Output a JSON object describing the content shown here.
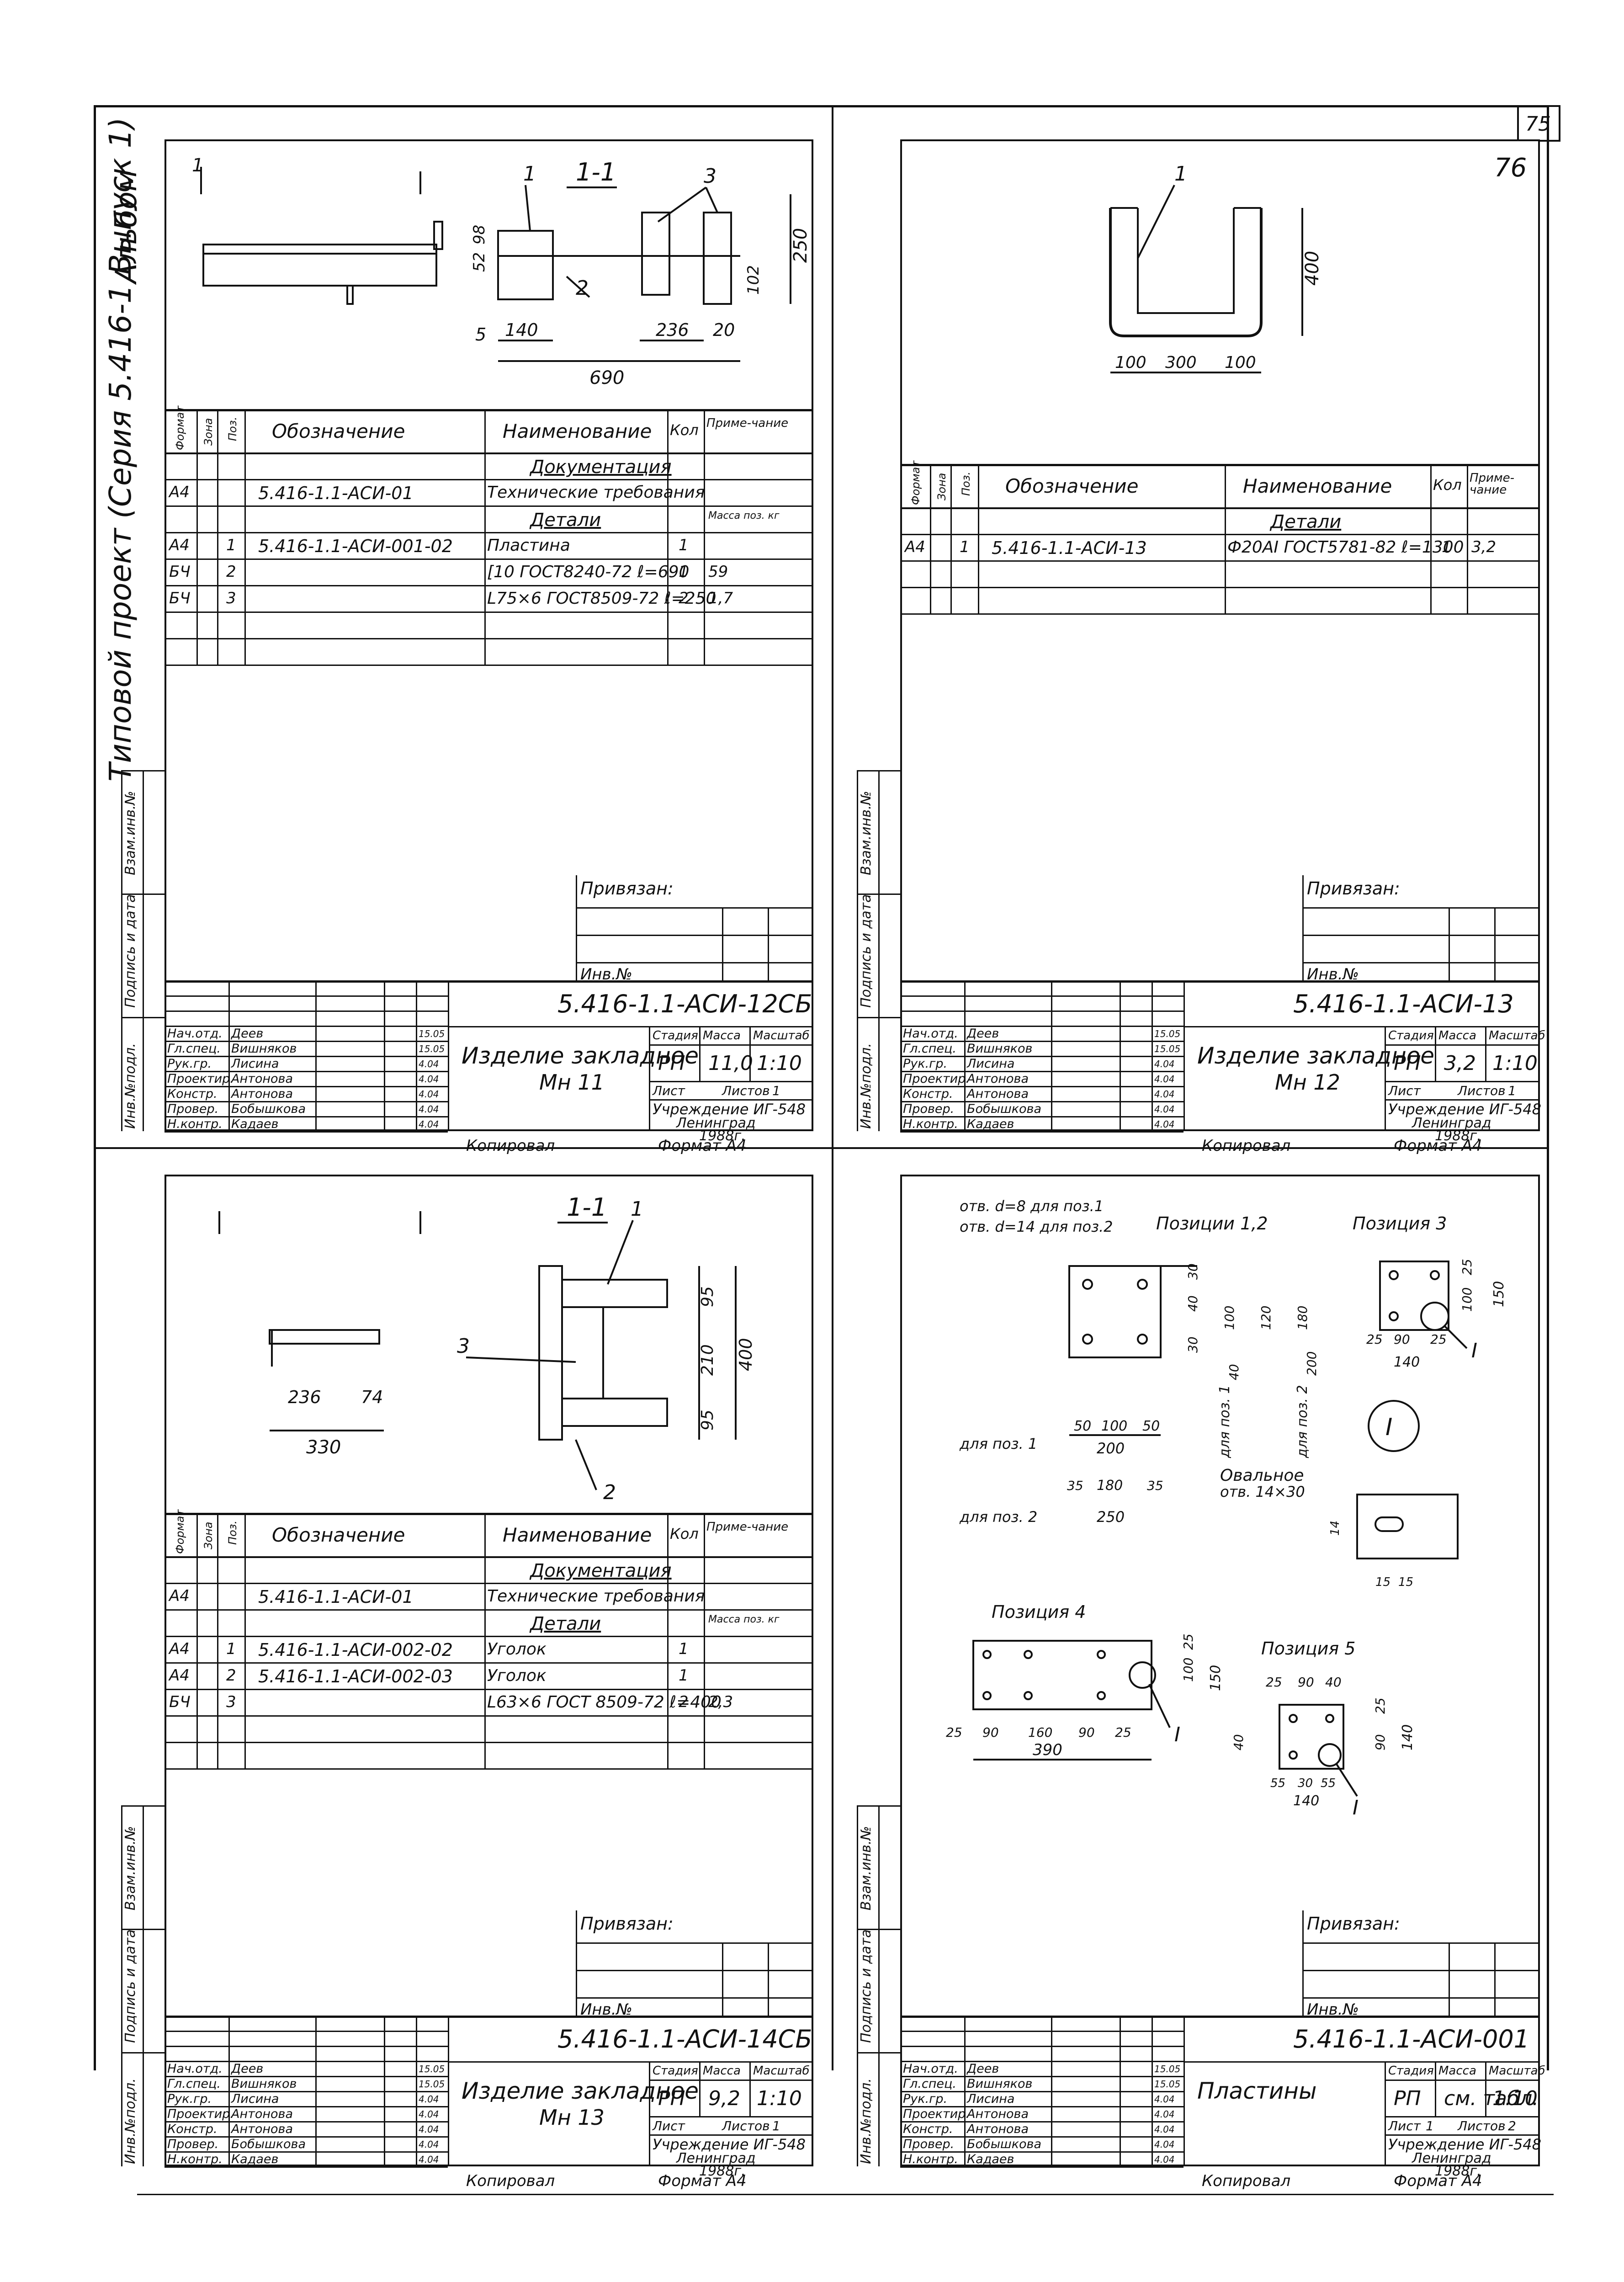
{
  "page_number_outer": "75",
  "page_number_inner": "76",
  "album_side": {
    "album": "Альбом",
    "series": "Типовой проект (Серия 5.416-1 Выпуск 1)"
  },
  "stub_labels": [
    "Взам.инв.№",
    "Подпись и дата",
    "Инв.№подл."
  ],
  "spec_headers": {
    "format": "Формат",
    "zone": "Зона",
    "pos": "Поз.",
    "designation": "Обозначение",
    "name": "Наименование",
    "qty": "Кол",
    "note": "Приме-чание",
    "mass": "Масса поз. кг"
  },
  "common_title": {
    "bound": "Привязан:",
    "inv": "Инв.№",
    "roles": [
      "Нач.отд.",
      "Гл.спец.",
      "Рук.гр.",
      "Проектир.",
      "Констр.",
      "Провер.",
      "Н.контр."
    ],
    "people": [
      "Деев",
      "Вишняков",
      "Лисина",
      "Антонова",
      "Антонова",
      "Бобышкова",
      "Кадаев"
    ],
    "dates": [
      "15.05",
      "15.05",
      "4.04",
      "4.04",
      "4.04",
      "4.04",
      "4.04"
    ],
    "stage_label": "Стадия",
    "mass_label": "Масса",
    "scale_label": "Масштаб",
    "sheet_label": "Лист",
    "sheets_label": "Листов",
    "org": "Учреждение ИГ-548",
    "city": "Ленинград",
    "year": "1988г.",
    "copied": "Копировал",
    "format": "Формат А4"
  },
  "sheets": [
    {
      "code": "5.416-1.1-АСИ-12СБ",
      "name_line1": "Изделие закладное",
      "name_line2": "Мн 11",
      "stage": "РП",
      "mass": "11,0",
      "scale": "1:10",
      "sheet": "",
      "sheets": "1",
      "section": "1-1",
      "dims": [
        "690",
        "140",
        "236",
        "20",
        "5",
        "250",
        "102",
        "52",
        "98"
      ],
      "callouts": [
        "1",
        "2",
        "3"
      ],
      "rows": [
        {
          "fmt": "",
          "pos": "",
          "des": "",
          "name": "Документация",
          "qty": "",
          "note": "",
          "section": true
        },
        {
          "fmt": "А4",
          "pos": "",
          "des": "5.416-1.1-АСИ-01",
          "name": "Технические требования",
          "qty": "",
          "note": ""
        },
        {
          "fmt": "",
          "pos": "",
          "des": "",
          "name": "Детали",
          "qty": "",
          "note": "Масса поз. кг",
          "section": true
        },
        {
          "fmt": "А4",
          "pos": "1",
          "des": "5.416-1.1-АСИ-001-02",
          "name": "Пластина",
          "qty": "1",
          "note": ""
        },
        {
          "fmt": "БЧ",
          "pos": "2",
          "des": "",
          "name": "[10 ГОСТ8240-72 ℓ=690",
          "qty": "1",
          "note": "59"
        },
        {
          "fmt": "БЧ",
          "pos": "3",
          "des": "",
          "name": "L75×6 ГОСТ8509-72 ℓ=250",
          "qty": "2",
          "note": "1,7"
        }
      ]
    },
    {
      "code": "5.416-1.1-АСИ-13",
      "name_line1": "Изделие закладное",
      "name_line2": "Мн 12",
      "stage": "РП",
      "mass": "3,2",
      "scale": "1:10",
      "sheet": "",
      "sheets": "1",
      "dims": [
        "100",
        "300",
        "100",
        "400"
      ],
      "callouts": [
        "1"
      ],
      "rows": [
        {
          "fmt": "",
          "pos": "",
          "des": "",
          "name": "Детали",
          "qty": "",
          "note": "",
          "section": true
        },
        {
          "fmt": "А4",
          "pos": "1",
          "des": "5.416-1.1-АСИ-13",
          "name": "Ф20АI ГОСТ5781-82 ℓ=1300",
          "qty": "1",
          "note": "3,2"
        }
      ]
    },
    {
      "code": "5.416-1.1-АСИ-14СБ",
      "name_line1": "Изделие закладное",
      "name_line2": "Мн 13",
      "stage": "РП",
      "mass": "9,2",
      "scale": "1:10",
      "sheet": "",
      "sheets": "1",
      "section": "1-1",
      "dims": [
        "236",
        "74",
        "330",
        "95",
        "210",
        "400",
        "95"
      ],
      "callouts": [
        "1",
        "2",
        "3"
      ],
      "rows": [
        {
          "fmt": "",
          "pos": "",
          "des": "",
          "name": "Документация",
          "qty": "",
          "note": "",
          "section": true
        },
        {
          "fmt": "А4",
          "pos": "",
          "des": "5.416-1.1-АСИ-01",
          "name": "Технические требования",
          "qty": "",
          "note": ""
        },
        {
          "fmt": "",
          "pos": "",
          "des": "",
          "name": "Детали",
          "qty": "",
          "note": "Масса поз. кг",
          "section": true
        },
        {
          "fmt": "А4",
          "pos": "1",
          "des": "5.416-1.1-АСИ-002-02",
          "name": "Уголок",
          "qty": "1",
          "note": ""
        },
        {
          "fmt": "А4",
          "pos": "2",
          "des": "5.416-1.1-АСИ-002-03",
          "name": "Уголок",
          "qty": "1",
          "note": ""
        },
        {
          "fmt": "БЧ",
          "pos": "3",
          "des": "",
          "name": "L63×6 ГОСТ 8509-72 ℓ=400",
          "qty": "2",
          "note": "2,3"
        }
      ]
    },
    {
      "code": "5.416-1.1-АСИ-001",
      "name_line1": "Пластины",
      "name_line2": "",
      "stage": "РП",
      "mass": "см. табл.",
      "scale": "1:10",
      "sheet": "1",
      "sheets": "2",
      "labels": {
        "hole1": "отв. d=8 для поз.1",
        "hole2": "отв. d=14 для поз.2",
        "pos12": "Позиции 1,2",
        "pos3": "Позиция 3",
        "pos4": "Позиция 4",
        "pos5": "Позиция 5",
        "for1": "для поз. 1",
        "for2": "для поз. 2",
        "oval": "Овальное",
        "oval2": "отв. 14×30",
        "node": "I"
      },
      "dims": [
        "50",
        "100",
        "50",
        "200",
        "35",
        "180",
        "35",
        "250",
        "30",
        "40",
        "30",
        "100",
        "120",
        "180",
        "40",
        "200",
        "25",
        "90",
        "25",
        "140",
        "25",
        "100",
        "150",
        "25",
        "90",
        "160",
        "90",
        "25",
        "390",
        "100",
        "150",
        "25",
        "55",
        "30",
        "55",
        "140",
        "40",
        "90",
        "25",
        "14",
        "15",
        "15"
      ]
    }
  ]
}
